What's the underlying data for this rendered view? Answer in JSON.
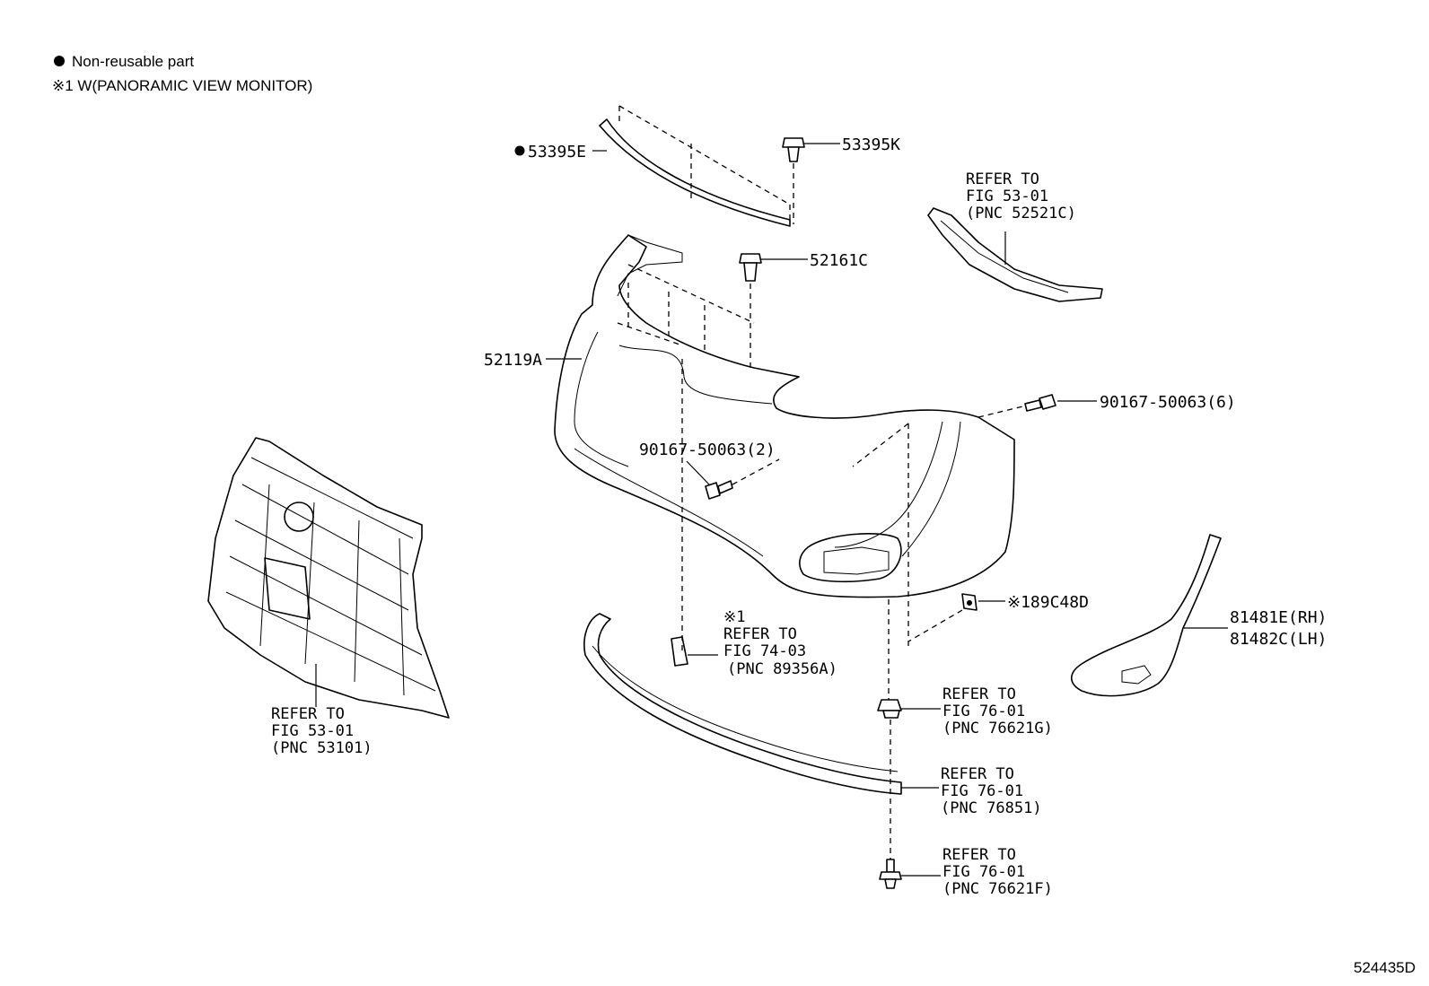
{
  "legend": {
    "non_reusable": "Non-reusable part",
    "note1": "※1 W(PANORAMIC VIEW MONITOR)"
  },
  "parts": {
    "p53395E": "53395E",
    "p53395K": "53395K",
    "p52161C": "52161C",
    "p52119A": "52119A",
    "p90167_6": "90167-50063(6)",
    "p90167_2": "90167-50063(2)",
    "p89C48D": "※189C48D",
    "p81481E": "81481E(RH)",
    "p81482C": "81482C(LH)"
  },
  "refs": {
    "r52521C": [
      "REFER TO",
      "FIG 53-01",
      "(PNC 52521C)"
    ],
    "r53101": [
      "REFER TO",
      "FIG 53-01",
      "(PNC 53101)"
    ],
    "r89356A": [
      "※1",
      "REFER TO",
      "FIG 74-03",
      "(PNC 89356A)"
    ],
    "r76621G": [
      "REFER TO",
      "FIG 76-01",
      "(PNC 76621G)"
    ],
    "r76851": [
      "REFER TO",
      "FIG 76-01",
      "(PNC 76851)"
    ],
    "r76621F": [
      "REFER TO",
      "FIG 76-01",
      "(PNC 76621F)"
    ]
  },
  "figure_id": "524435D"
}
